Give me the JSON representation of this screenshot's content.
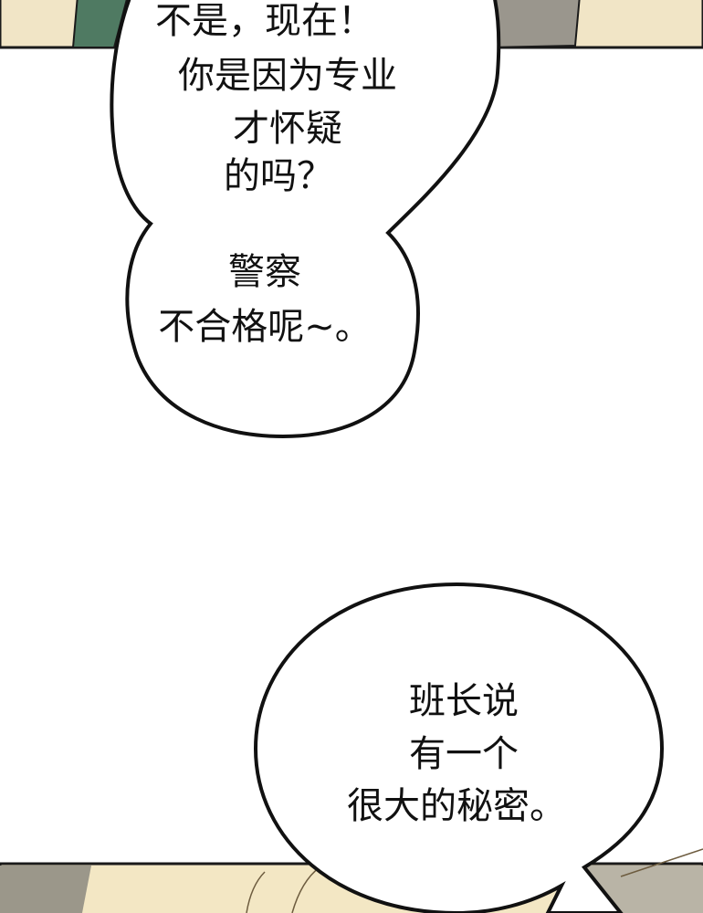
{
  "bubble_1": {
    "lines": [
      "不是，现在！",
      "你是因为专业",
      "才怀疑",
      "的吗？",
      "警察",
      "不合格呢~。"
    ]
  },
  "bubble_2": {
    "lines": [
      "班长说",
      "有一个",
      "很大的秘密。"
    ]
  },
  "colors": {
    "panel_bg": "#f1e5c6",
    "panel_border": "#1a1a1a",
    "green_coat": "#4f7a62",
    "gray_coat": "#9a968d",
    "hair": "#f3e7c4"
  }
}
